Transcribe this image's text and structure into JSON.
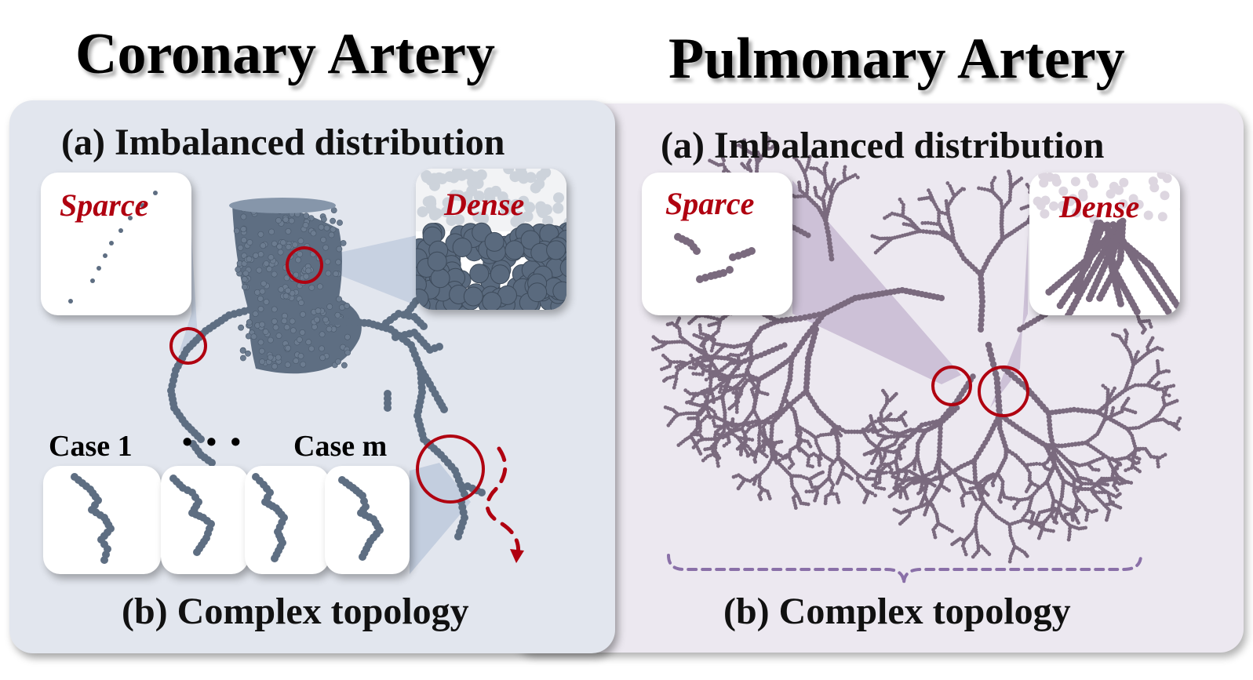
{
  "left": {
    "title": "Coronary Artery",
    "sub_a": "(a) Imbalanced distribution",
    "sparse_label": "Sparce",
    "dense_label": "Dense",
    "case_first": "Case 1",
    "case_dots": "• • •",
    "case_last": "Case m",
    "sub_b": "(b) Complex topology",
    "color": "#5e6e82"
  },
  "right": {
    "title": "Pulmonary Artery",
    "sub_a": "(a) Imbalanced distribution",
    "sparse_label": "Sparce",
    "dense_label": "Dense",
    "sub_b": "(b) Complex topology",
    "color": "#7a6a7e"
  },
  "colors": {
    "highlight_red": "#b00010",
    "brace_purple": "#8a70a8",
    "left_panel_bg": "#e2e6ee",
    "right_panel_bg": "#ece8f0"
  }
}
